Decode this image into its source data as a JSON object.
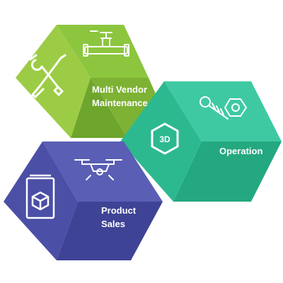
{
  "colors": {
    "green_top": "#8cc63f",
    "green_left": "#9ccc45",
    "green_right": "#7db234",
    "green_bottom": "#6ea52c",
    "teal_top": "#3fc9a3",
    "teal_left": "#2db98f",
    "teal_right": "#24a880",
    "teal_bottom": "#1d9a72",
    "purple_top": "#5a5eb5",
    "purple_left": "#4b4fa6",
    "purple_right": "#3f4395",
    "purple_bottom": "#353985",
    "icon": "#ffffff"
  },
  "hexagons": [
    {
      "id": "maintenance",
      "label_lines": [
        "Multi Vendor",
        "Maintenance"
      ],
      "icons": [
        "wrench-screwdriver-icon",
        "pipe-valve-icon"
      ]
    },
    {
      "id": "operation",
      "label_lines": [
        "Operation"
      ],
      "icons": [
        "3d-cube-icon",
        "screw-nut-icon"
      ]
    },
    {
      "id": "sales",
      "label_lines": [
        "Product",
        "Sales"
      ],
      "icons": [
        "product-box-icon",
        "drone-icon"
      ]
    }
  ]
}
